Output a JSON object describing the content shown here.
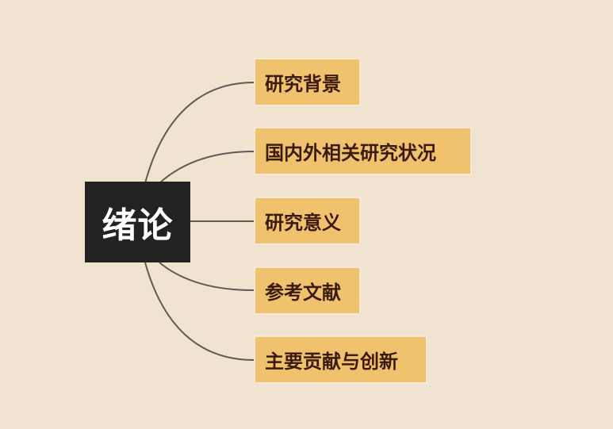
{
  "mindmap": {
    "central": {
      "label": "绪论",
      "bg": "#242220",
      "color": "#ffffff"
    },
    "topic_style": {
      "bg": "#f1c26e",
      "border": "#f9e8d8",
      "color": "#3a1a0c"
    },
    "line_color": "#5e5a56",
    "background": "#f0e4d0",
    "topics": [
      {
        "label": "研究背景"
      },
      {
        "label": "国内外相关研究状况"
      },
      {
        "label": "研究意义"
      },
      {
        "label": "参考文献"
      },
      {
        "label": "主要贡献与创新"
      }
    ]
  }
}
